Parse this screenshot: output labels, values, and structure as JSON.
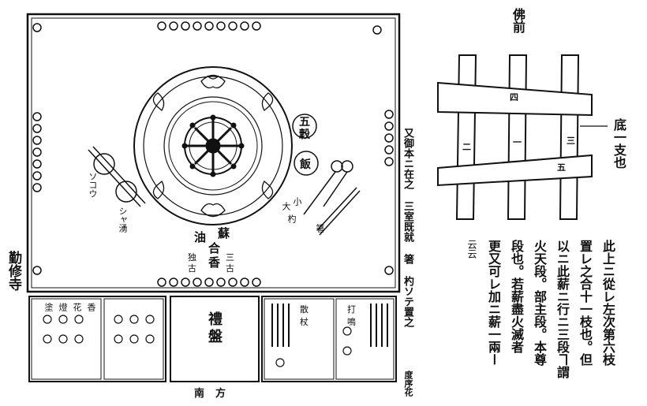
{
  "altar": {
    "left_label": "勤修寺",
    "grain_labels": [
      "五",
      "穀"
    ],
    "rice_label": "飯",
    "circle_labels_left": [
      "ソコウ",
      "シャ湧"
    ],
    "spoon_label": [
      "大",
      "小",
      "杓"
    ],
    "chopsticks_label": "箸",
    "oil_label": "油",
    "incense_labels": [
      "蘇",
      "合",
      "香"
    ],
    "extra_labels": [
      "独",
      "古",
      "三",
      "古"
    ],
    "right_side_text": "又御本ニ在之 三室既就 箸 杓ソテ置之",
    "bottom_box_center": "禮盤",
    "bottom_small_labels_left": [
      "香",
      "花",
      "燈",
      "塗"
    ],
    "south_label": "南方",
    "bottom_right_small": [
      "散",
      "杖",
      "打",
      "鳴"
    ],
    "bottom_right_label": "度序花"
  },
  "firewood": {
    "top_label": "佛前",
    "numbers": [
      "四",
      "二",
      "一",
      "三",
      "五"
    ],
    "right_label": "底一支也",
    "text_columns": [
      "此上ニ從レ左次第六枝",
      "置レ之合十一枝也。但",
      "以ニ此薪ニ行ニ三段ヿ謂",
      "火天段。部主段。本尊",
      "段也。若薪盡火滅者",
      "更又可レ加ニ薪一兩ー",
      "云云"
    ]
  }
}
